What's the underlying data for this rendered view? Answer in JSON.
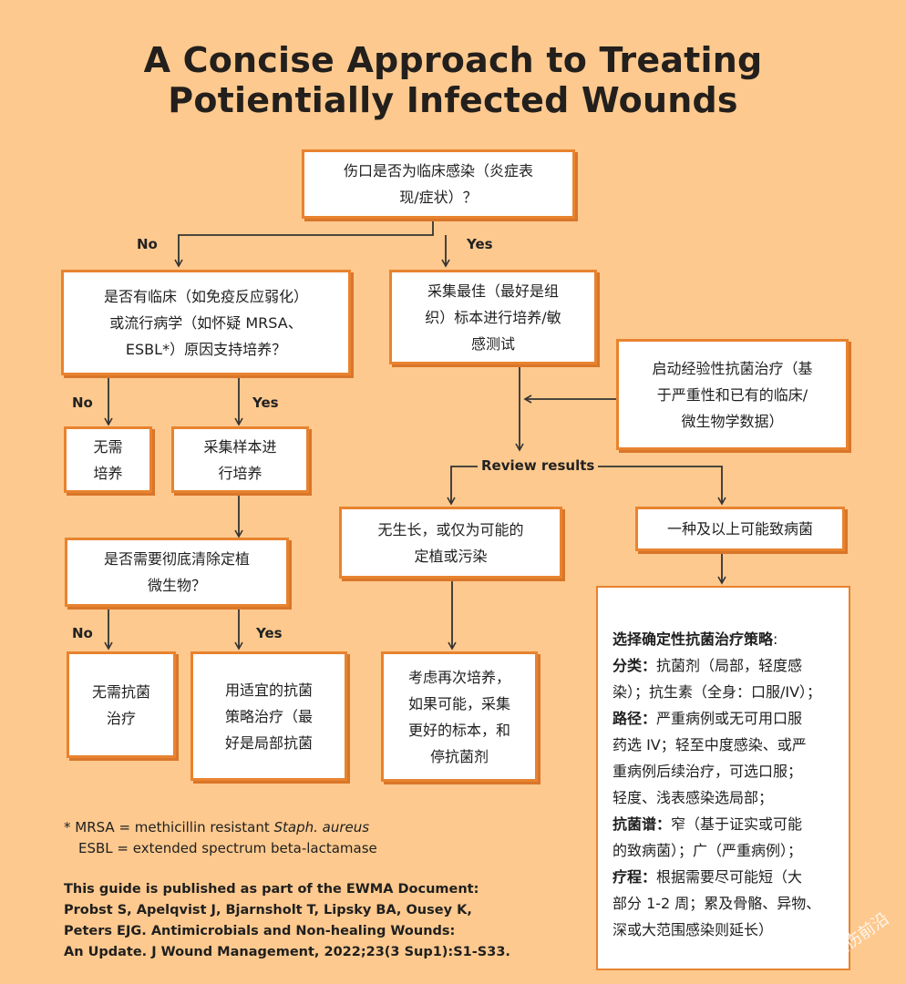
{
  "title": {
    "line1": "A Concise Approach to Treating",
    "line2": "Potientially Infected Wounds"
  },
  "nodes": {
    "q1": {
      "line1": "伤口是否为临床感染（炎症表",
      "line2": "现/症状）？"
    },
    "q2": {
      "line1": "是否有临床（如免疫反应弱化）",
      "line2": "或流行病学（如怀疑 MRSA、",
      "line3": "ESBL*）原因支持培养？"
    },
    "no_culture": {
      "line1": "无需",
      "line2": "培养"
    },
    "collect_sample": {
      "line1": "采集样本进",
      "line2": "行培养"
    },
    "q3": {
      "line1": "是否需要彻底清除定植",
      "line2": "微生物？"
    },
    "no_antimicrobial": {
      "line1": "无需抗菌",
      "line2": "治疗"
    },
    "appropriate_treatment": {
      "line1": "用适宜的抗菌",
      "line2": "策略治疗（最",
      "line3": "好是局部抗菌"
    },
    "collect_best": {
      "line1": "采集最佳（最好是组",
      "line2": "织）标本进行培养/敏",
      "line3": "感测试"
    },
    "empiric": {
      "line1": "启动经验性抗菌治疗（基",
      "line2": "于严重性和已有的临床/",
      "line3": "微生物学数据）"
    },
    "no_growth": {
      "line1": "无生长，或仅为可能的",
      "line2": "定植或污染"
    },
    "pathogen": {
      "line1": "一种及以上可能致病菌"
    },
    "reconsider": {
      "line1": "考虑再次培养，",
      "line2": "如果可能，采集",
      "line3": "更好的标本，和",
      "line4": "停抗菌剂"
    }
  },
  "labels": {
    "no": "No",
    "yes": "Yes",
    "review_results": "Review results"
  },
  "definitive": {
    "heading": "选择确定性抗菌治疗策略",
    "heading_colon": ":",
    "class_label": "分类：",
    "class_text1": "抗菌剂（局部，轻度感",
    "class_text2": "染）；抗生素（全身：口服/IV）；",
    "route_label": "路径：",
    "route_text1": "严重病例或无可用口服",
    "route_text2": "药选 IV；轻至中度感染、或严",
    "route_text3": "重病例后续治疗，可选口服；",
    "route_text4": "轻度、浅表感染选局部；",
    "spectrum_label": "抗菌谱：",
    "spectrum_text1": "窄（基于证实或可能",
    "spectrum_text2": "的致病菌）；广（严重病例）；",
    "course_label": "疗程：",
    "course_text1": "根据需要尽可能短（大",
    "course_text2": "部分 1-2 周；累及骨骼、异物、",
    "course_text3": "深或大范围感染则延长）"
  },
  "footnote": {
    "mrsa_prefix": "* MRSA = methicillin resistant ",
    "mrsa_italic": "Staph. aureus",
    "esbl": "ESBL = extended spectrum beta-lactamase"
  },
  "citation": {
    "line1": "This guide is published as part of the EWMA Document:",
    "line2": "Probst S, Apelqvist J, Bjarnsholt T, Lipsky BA, Ousey K,",
    "line3": "Peters EJG. Antimicrobials and Non-healing Wounds:",
    "line4": "An Update. J Wound Management, 2022;23(3 Sup1):S1-S33."
  },
  "watermark": "慢伤前沿",
  "colors": {
    "background": "#fdc98e",
    "box_border": "#e8832f",
    "line": "#333333"
  }
}
